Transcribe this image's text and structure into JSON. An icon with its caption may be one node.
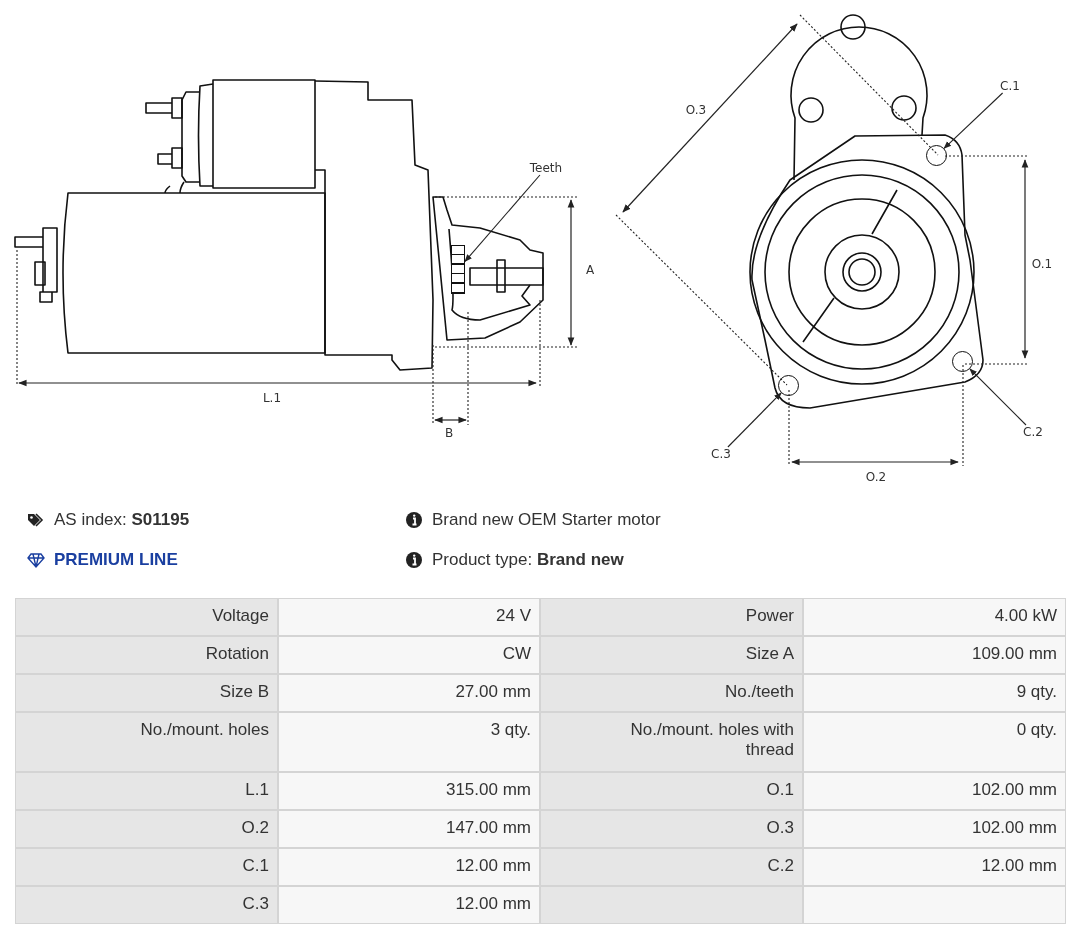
{
  "diagram": {
    "nodes": [
      {
        "text": [
          "Teeth"
        ]
      },
      {
        "text": [],
        "shape": "box"
      },
      {
        "text": [
          "C.1"
        ]
      },
      {
        "text": [],
        "shape": "circle"
      },
      {
        "text": [
          "C.2"
        ]
      },
      {
        "text": [],
        "shape": "circle"
      },
      {
        "text": [
          "C.3"
        ]
      },
      {
        "text": [],
        "shape": "circle"
      }
    ],
    "edges": [
      {
        "from": 0,
        "to": 1,
        "arrow": "to"
      },
      {
        "from": 2,
        "to": 3,
        "arrow": "to"
      },
      {
        "from": 4,
        "to": 5,
        "arrow": "to"
      },
      {
        "from": 6,
        "to": 7,
        "arrow": "to"
      }
    ],
    "labels": [
      "A",
      "L.1",
      "B",
      "O.3",
      "O.1",
      "O.2",
      "AS index: **S01195**",
      "Brand new OEM Starter motor",
      "PREMIUM LINE",
      "Product type: **Brand new**",
      "Voltage",
      "24 V",
      "Power",
      "4.00 kW",
      "Rotation",
      "CW",
      "Size A",
      "109.00 mm",
      "Size B",
      "27.00 mm",
      "No./teeth",
      "9 qty.",
      "No./mount. holes",
      "3 qty.",
      "No./mount. holes with thread",
      "0 qty.",
      "L.1",
      "315.00 mm",
      "O.1",
      "102.00 mm",
      "O.2",
      "147.00 mm",
      "O.3",
      "102.00 mm",
      "C.1",
      "12.00 mm",
      "C.2",
      "12.00 mm",
      "C.3",
      "12.00 mm"
    ]
  }
}
